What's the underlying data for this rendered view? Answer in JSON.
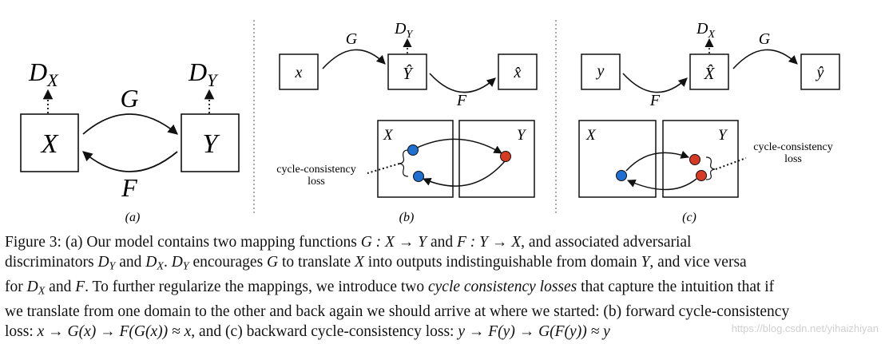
{
  "panel_a": {
    "node_x": "X",
    "node_y": "Y",
    "disc_x": "D",
    "disc_x_sub": "X",
    "disc_y": "D",
    "disc_y_sub": "Y",
    "arrow_top": "G",
    "arrow_bottom": "F",
    "label": "(a)"
  },
  "panel_b": {
    "node_x": "x",
    "node_yhat": "Ŷ",
    "node_xhat": "x̂",
    "disc": "D",
    "disc_sub": "Y",
    "arrow_top": "G",
    "arrow_bottom": "F",
    "domain_left": "X",
    "domain_right": "Y",
    "loss_label_1": "cycle-consistency",
    "loss_label_2": "loss",
    "label": "(b)",
    "colors": {
      "blue": "#1f6fd0",
      "red": "#d63a22"
    }
  },
  "panel_c": {
    "node_y": "y",
    "node_xhat": "X̂",
    "node_yhat": "ŷ",
    "disc": "D",
    "disc_sub": "X",
    "arrow_top": "G",
    "arrow_bottom": "F",
    "domain_left": "X",
    "domain_right": "Y",
    "loss_label_1": "cycle-consistency",
    "loss_label_2": "loss",
    "label": "(c)"
  },
  "caption": {
    "line1": [
      "Figure 3: (a) Our model contains two mapping functions ",
      "G : X → Y",
      " and ",
      "F : Y → X",
      ", and associated adversarial"
    ],
    "line2": [
      "discriminators ",
      "D",
      "Y",
      " and ",
      "D",
      "X",
      ". ",
      "D",
      "Y",
      " encourages ",
      "G",
      " to translate ",
      "X",
      " into outputs indistinguishable from domain ",
      "Y",
      ", and vice versa"
    ],
    "line3": [
      "for ",
      "D",
      "X",
      " and ",
      "F",
      ". To further regularize the mappings, we introduce two ",
      "cycle consistency losses",
      " that capture the intuition that if"
    ],
    "line4": "we translate from one domain to the other and back again we should arrive at where we started: (b) forward cycle-consistency",
    "line5": [
      "loss: ",
      "x → G(x) → F(G(x)) ≈ x",
      ", and (c) backward cycle-consistency loss: ",
      "y → F(y) → G(F(y)) ≈ y"
    ]
  },
  "watermark": "https://blog.csdn.net/yihaizhiyan"
}
